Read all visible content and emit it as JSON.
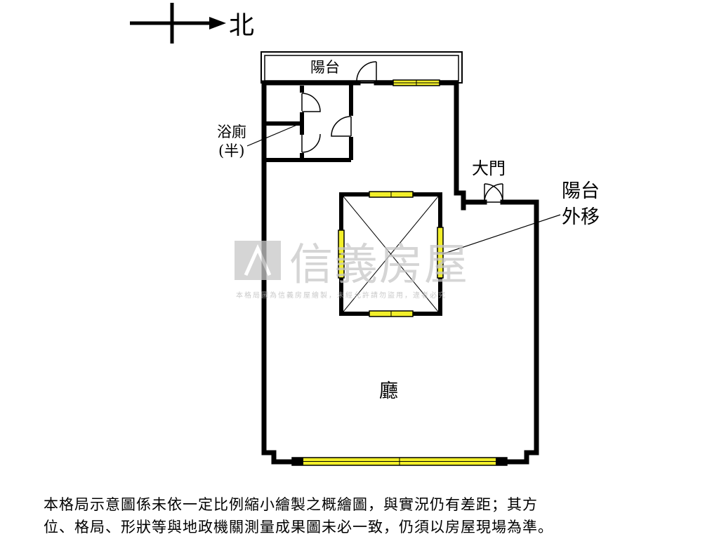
{
  "compass": {
    "north_label": "北"
  },
  "rooms": {
    "balcony_top": "陽台",
    "bathroom_line1": "浴廁",
    "bathroom_line2": "(半)",
    "main_door": "大門",
    "balcony_moved_line1": "陽台",
    "balcony_moved_line2": "外移",
    "living_room": "廳"
  },
  "watermark": {
    "brand": "信義房屋",
    "notice": "本格局圖為信義房屋繪製，未經允許請勿盜用，違者必究"
  },
  "disclaimer": {
    "line1": "本格局示意圖係未依一定比例縮小繪製之概繪圖，與實況仍有差距；其方",
    "line2": "位、格局、形狀等與地政機關測量成果圖未必一致，仍須以房屋現場為準。"
  },
  "colors": {
    "wall": "#000000",
    "window_fill": "#f2ef2a",
    "watermark": "#c8c8c8"
  }
}
